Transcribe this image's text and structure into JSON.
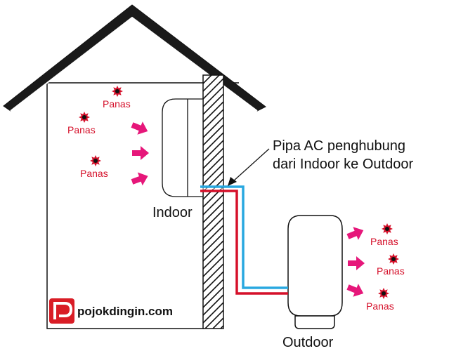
{
  "colors": {
    "outline": "#111111",
    "heat_text": "#d5102a",
    "heat_arrow": "#e6177a",
    "heat_sun_fill": "#d5102a",
    "heat_sun_core": "#111111",
    "pipe_cold": "#29a8e0",
    "pipe_hot": "#d5102a",
    "logo_red": "#d91d26"
  },
  "labels": {
    "indoor": "Indoor",
    "outdoor": "Outdoor",
    "pipe_line1": "Pipa AC penghubung",
    "pipe_line2": "dari Indoor ke Outdoor"
  },
  "heat_label": "Panas",
  "logo": {
    "text": "pojokdingin.com",
    "mark": "P"
  }
}
